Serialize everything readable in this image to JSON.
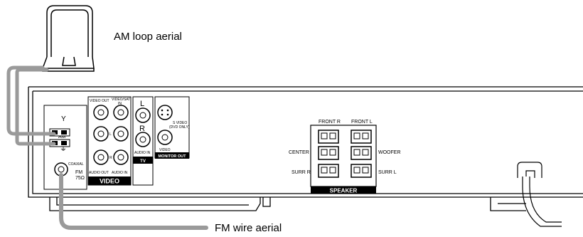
{
  "callouts": {
    "am_loop": "AM loop aerial",
    "fm_wire": "FM wire aerial"
  },
  "antenna_panel": {
    "antenna_symbol": "Y",
    "am": "AM",
    "ground_symbol": "⏚",
    "coaxial": "COAXIAL",
    "fm": "FM",
    "impedance": "75Ω"
  },
  "video_panel": {
    "video_out": "VIDEO OUT",
    "video_sat_in_1": "VIDEO/SAT",
    "video_sat_in_2": "IN",
    "l": "L",
    "r": "R",
    "audio_out": "AUDIO OUT",
    "audio_in": "AUDIO IN",
    "banner": "VIDEO"
  },
  "tv_panel": {
    "l": "L",
    "r": "R",
    "audio_in": "AUDIO IN",
    "banner": "TV"
  },
  "monitor_panel": {
    "s_video_1": "S VIDEO",
    "s_video_2": "(DVD ONLY)",
    "video": "VIDEO",
    "banner": "MONITOR OUT"
  },
  "speaker_panel": {
    "front_r": "FRONT R",
    "front_l": "FRONT L",
    "center": "CENTER",
    "woofer": "WOOFER",
    "surr_r": "SURR R",
    "surr_l": "SURR L",
    "banner": "SPEAKER"
  },
  "colors": {
    "cable": "#9a9a9a",
    "outline": "#000000",
    "banner": "#000000"
  }
}
